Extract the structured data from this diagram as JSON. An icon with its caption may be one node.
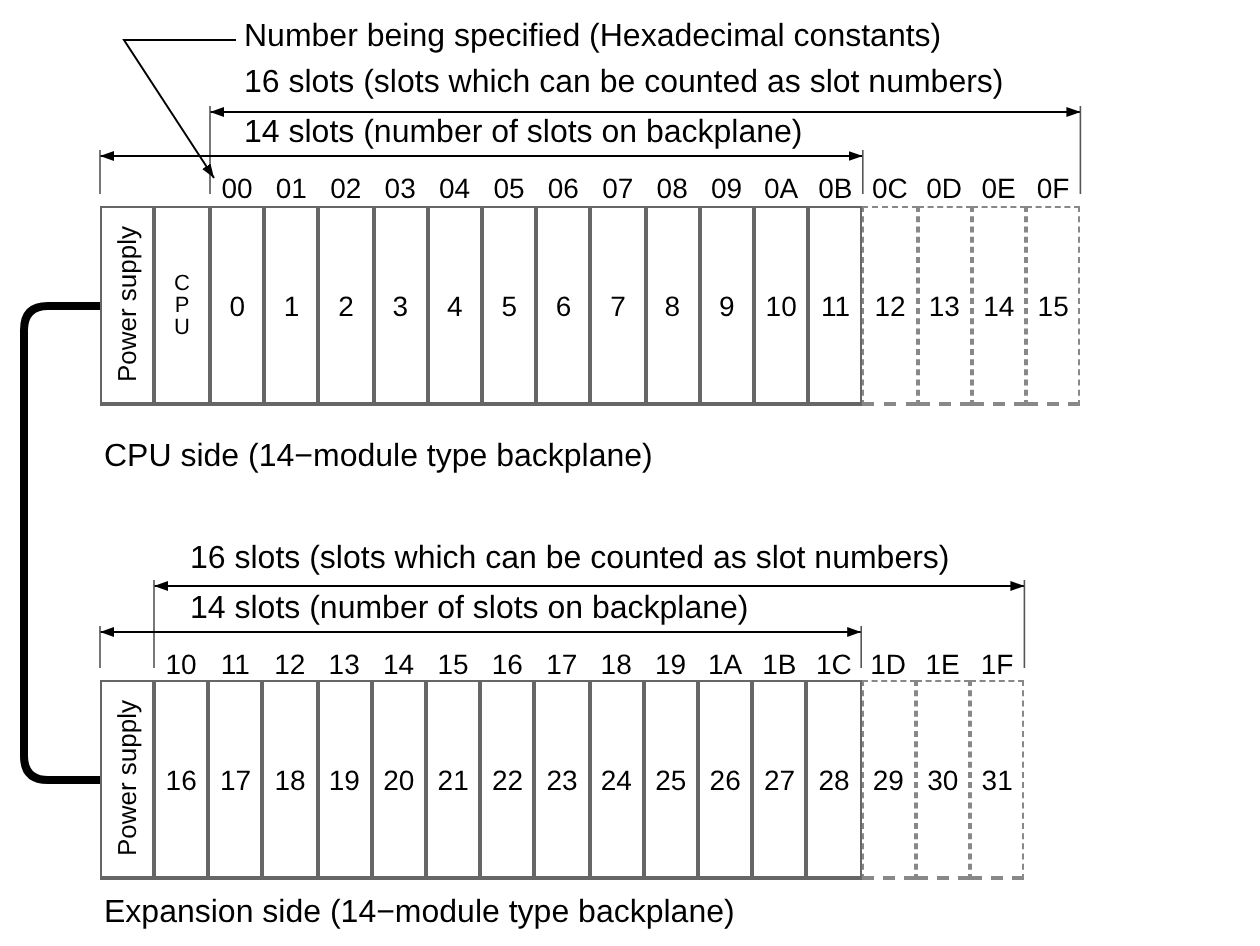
{
  "diagram": {
    "nodes": [
      {
        "text": [
          "Number being specified (Hexadecimal constants)"
        ]
      },
      {
        "text": [
          "00"
        ]
      },
      {
        "text": [
          "Power supply"
        ]
      },
      {
        "text": [
          "CPU"
        ]
      },
      {
        "text": [
          "0"
        ]
      },
      {
        "text": [
          "1"
        ]
      },
      {
        "text": [
          "2"
        ]
      },
      {
        "text": [
          "3"
        ]
      },
      {
        "text": [
          "4"
        ]
      },
      {
        "text": [
          "5"
        ]
      },
      {
        "text": [
          "6"
        ]
      },
      {
        "text": [
          "7"
        ]
      },
      {
        "text": [
          "8"
        ]
      },
      {
        "text": [
          "9"
        ]
      },
      {
        "text": [
          "10"
        ]
      },
      {
        "text": [
          "11"
        ]
      },
      {
        "text": [
          "12"
        ]
      },
      {
        "text": [
          "13"
        ]
      },
      {
        "text": [
          "14"
        ]
      },
      {
        "text": [
          "15"
        ]
      },
      {
        "text": [
          "Power supply"
        ]
      },
      {
        "text": [
          "16"
        ]
      },
      {
        "text": [
          "17"
        ]
      },
      {
        "text": [
          "18"
        ]
      },
      {
        "text": [
          "19"
        ]
      },
      {
        "text": [
          "20"
        ]
      },
      {
        "text": [
          "21"
        ]
      },
      {
        "text": [
          "22"
        ]
      },
      {
        "text": [
          "23"
        ]
      },
      {
        "text": [
          "24"
        ]
      },
      {
        "text": [
          "25"
        ]
      },
      {
        "text": [
          "26"
        ]
      },
      {
        "text": [
          "27"
        ]
      },
      {
        "text": [
          "28"
        ]
      },
      {
        "text": [
          "29"
        ]
      },
      {
        "text": [
          "30"
        ]
      },
      {
        "text": [
          "31"
        ]
      }
    ],
    "edges": [
      {
        "from": 0,
        "to": 1,
        "arrow": "to"
      },
      {
        "from": 2,
        "to": 20,
        "arrow": "none",
        "style": "thick"
      }
    ],
    "labels": [
      "16 slots (slots which can be counted as slot numbers)",
      "14 slots (number of slots on backplane)",
      "01",
      "02",
      "03",
      "04",
      "05",
      "06",
      "07",
      "08",
      "09",
      "0A",
      "0B",
      "0C",
      "0D",
      "0E",
      "0F",
      "CPU side (14−module type backplane)",
      "16 slots (slots which can be counted as slot numbers)",
      "14 slots (number of slots on backplane)",
      "10",
      "11",
      "12",
      "13",
      "14",
      "15",
      "16",
      "17",
      "18",
      "19",
      "1A",
      "1B",
      "1C",
      "1D",
      "1E",
      "1F",
      "Expansion side (14−module type backplane)"
    ]
  }
}
